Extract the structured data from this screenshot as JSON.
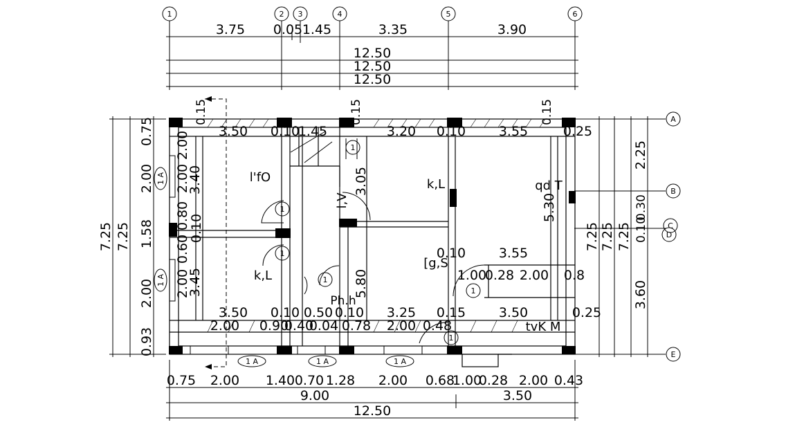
{
  "grid_top": [
    "1",
    "2",
    "3",
    "4",
    "5",
    "6"
  ],
  "grid_right": [
    "A",
    "B",
    "C",
    "D",
    "E"
  ],
  "top_dims": {
    "row1": [
      "3.75",
      "0.05",
      "1.45",
      "3.35",
      "3.90"
    ],
    "row2": "12.50",
    "row3": "12.50",
    "row4": "12.50"
  },
  "bottom_dims": {
    "row1": [
      "0.75",
      "2.00",
      "1.40",
      "0.70",
      "1.28",
      "2.00",
      "0.68",
      "1.00",
      "0.28",
      "2.00",
      "0.43"
    ],
    "row2": [
      "9.00",
      "3.50"
    ],
    "row3": "12.50"
  },
  "left_dims": {
    "outer1": "7.25",
    "outer2": "7.25",
    "inner": [
      "0.75",
      "2.00",
      "1.58",
      "2.00",
      "0.93"
    ]
  },
  "right_dims": {
    "outer": [
      "7.25",
      "7.25",
      "7.25"
    ],
    "inner": [
      "2.25",
      "0.30",
      "0.10",
      "3.60"
    ]
  },
  "room_labels": [
    "l'fO",
    "k,L",
    "k,L",
    "qd T",
    "l,V",
    "[g,S",
    "tvK M",
    "Ph.h"
  ],
  "interior_dims": [
    "3.50",
    "0.10",
    "1.45",
    "3.20",
    "0.10",
    "3.55",
    "0.25",
    "3.40",
    "3.45",
    "3.05",
    "5.30",
    "5.80",
    "0.10",
    "3.55",
    "1.00",
    "0.28",
    "2.00",
    "0.8",
    "3.50",
    "0.10",
    "0.50",
    "0.10",
    "3.25",
    "0.15",
    "3.50",
    "0.25",
    "2.00",
    "0.90",
    "0.40",
    "0.04",
    "0.78",
    "2.00",
    "0.48",
    "2.00",
    "0.80",
    "0.60",
    "0.10",
    "2.00",
    "2.00",
    "0.15",
    "0.15",
    "0.15"
  ],
  "window_tags": [
    "1 A",
    "1 A",
    "1 A",
    "1 A",
    "1 A"
  ],
  "door_tags": [
    "1",
    "1",
    "1",
    "1",
    "1",
    "1"
  ]
}
